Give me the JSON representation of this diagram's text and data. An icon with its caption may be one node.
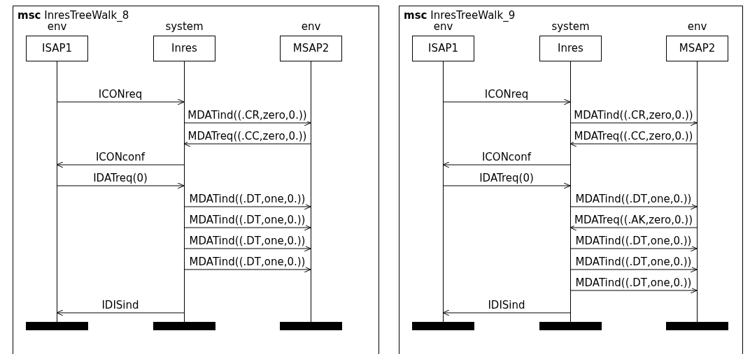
{
  "diagram": {
    "nodes": [
      {
        "text": [
          "**msc** InresTreeWalk_8"
        ]
      },
      {
        "text": [
          "env",
          "ISAP1"
        ],
        "in": 0
      },
      {
        "text": [
          "system",
          "Inres"
        ],
        "in": 0
      },
      {
        "text": [
          "env",
          "MSAP2"
        ],
        "in": 0
      },
      {
        "text": [
          "**msc** InresTreeWalk_9"
        ]
      },
      {
        "text": [
          "env",
          "ISAP1"
        ],
        "in": 4
      },
      {
        "text": [
          "system",
          "Inres"
        ],
        "in": 4
      },
      {
        "text": [
          "env",
          "MSAP2"
        ],
        "in": 4
      }
    ],
    "edges": [
      {
        "from": 1,
        "to": 2,
        "arrow": "to",
        "label": "ICONreq"
      },
      {
        "from": 2,
        "to": 3,
        "arrow": "to",
        "label": "MDATind((.CR,zero,0.))"
      },
      {
        "from": 3,
        "to": 2,
        "arrow": "to",
        "label": "MDATreq((.CC,zero,0.))"
      },
      {
        "from": 2,
        "to": 1,
        "arrow": "to",
        "label": "ICONconf"
      },
      {
        "from": 1,
        "to": 2,
        "arrow": "to",
        "label": "IDATreq(0)"
      },
      {
        "from": 2,
        "to": 3,
        "arrow": "to",
        "label": "MDATind((.DT,one,0.))"
      },
      {
        "from": 2,
        "to": 3,
        "arrow": "to",
        "label": "MDATind((.DT,one,0.))"
      },
      {
        "from": 2,
        "to": 3,
        "arrow": "to",
        "label": "MDATind((.DT,one,0.))"
      },
      {
        "from": 2,
        "to": 3,
        "arrow": "to",
        "label": "MDATind((.DT,one,0.))"
      },
      {
        "from": 2,
        "to": 1,
        "arrow": "to",
        "label": "IDISind"
      },
      {
        "from": 5,
        "to": 6,
        "arrow": "to",
        "label": "ICONreq"
      },
      {
        "from": 6,
        "to": 7,
        "arrow": "to",
        "label": "MDATind((.CR,zero,0.))"
      },
      {
        "from": 7,
        "to": 6,
        "arrow": "to",
        "label": "MDATreq((.CC,zero,0.))"
      },
      {
        "from": 6,
        "to": 5,
        "arrow": "to",
        "label": "ICONconf"
      },
      {
        "from": 5,
        "to": 6,
        "arrow": "to",
        "label": "IDATreq(0)"
      },
      {
        "from": 6,
        "to": 7,
        "arrow": "to",
        "label": "MDATind((.DT,one,0.))"
      },
      {
        "from": 7,
        "to": 6,
        "arrow": "to",
        "label": "MDATreq((.AK,zero,0.))"
      },
      {
        "from": 6,
        "to": 7,
        "arrow": "to",
        "label": "MDATind((.DT,one,0.))"
      },
      {
        "from": 6,
        "to": 7,
        "arrow": "to",
        "label": "MDATind((.DT,one,0.))"
      },
      {
        "from": 6,
        "to": 7,
        "arrow": "to",
        "label": "MDATind((.DT,one,0.))"
      },
      {
        "from": 6,
        "to": 5,
        "arrow": "to",
        "label": "IDISind"
      }
    ]
  }
}
